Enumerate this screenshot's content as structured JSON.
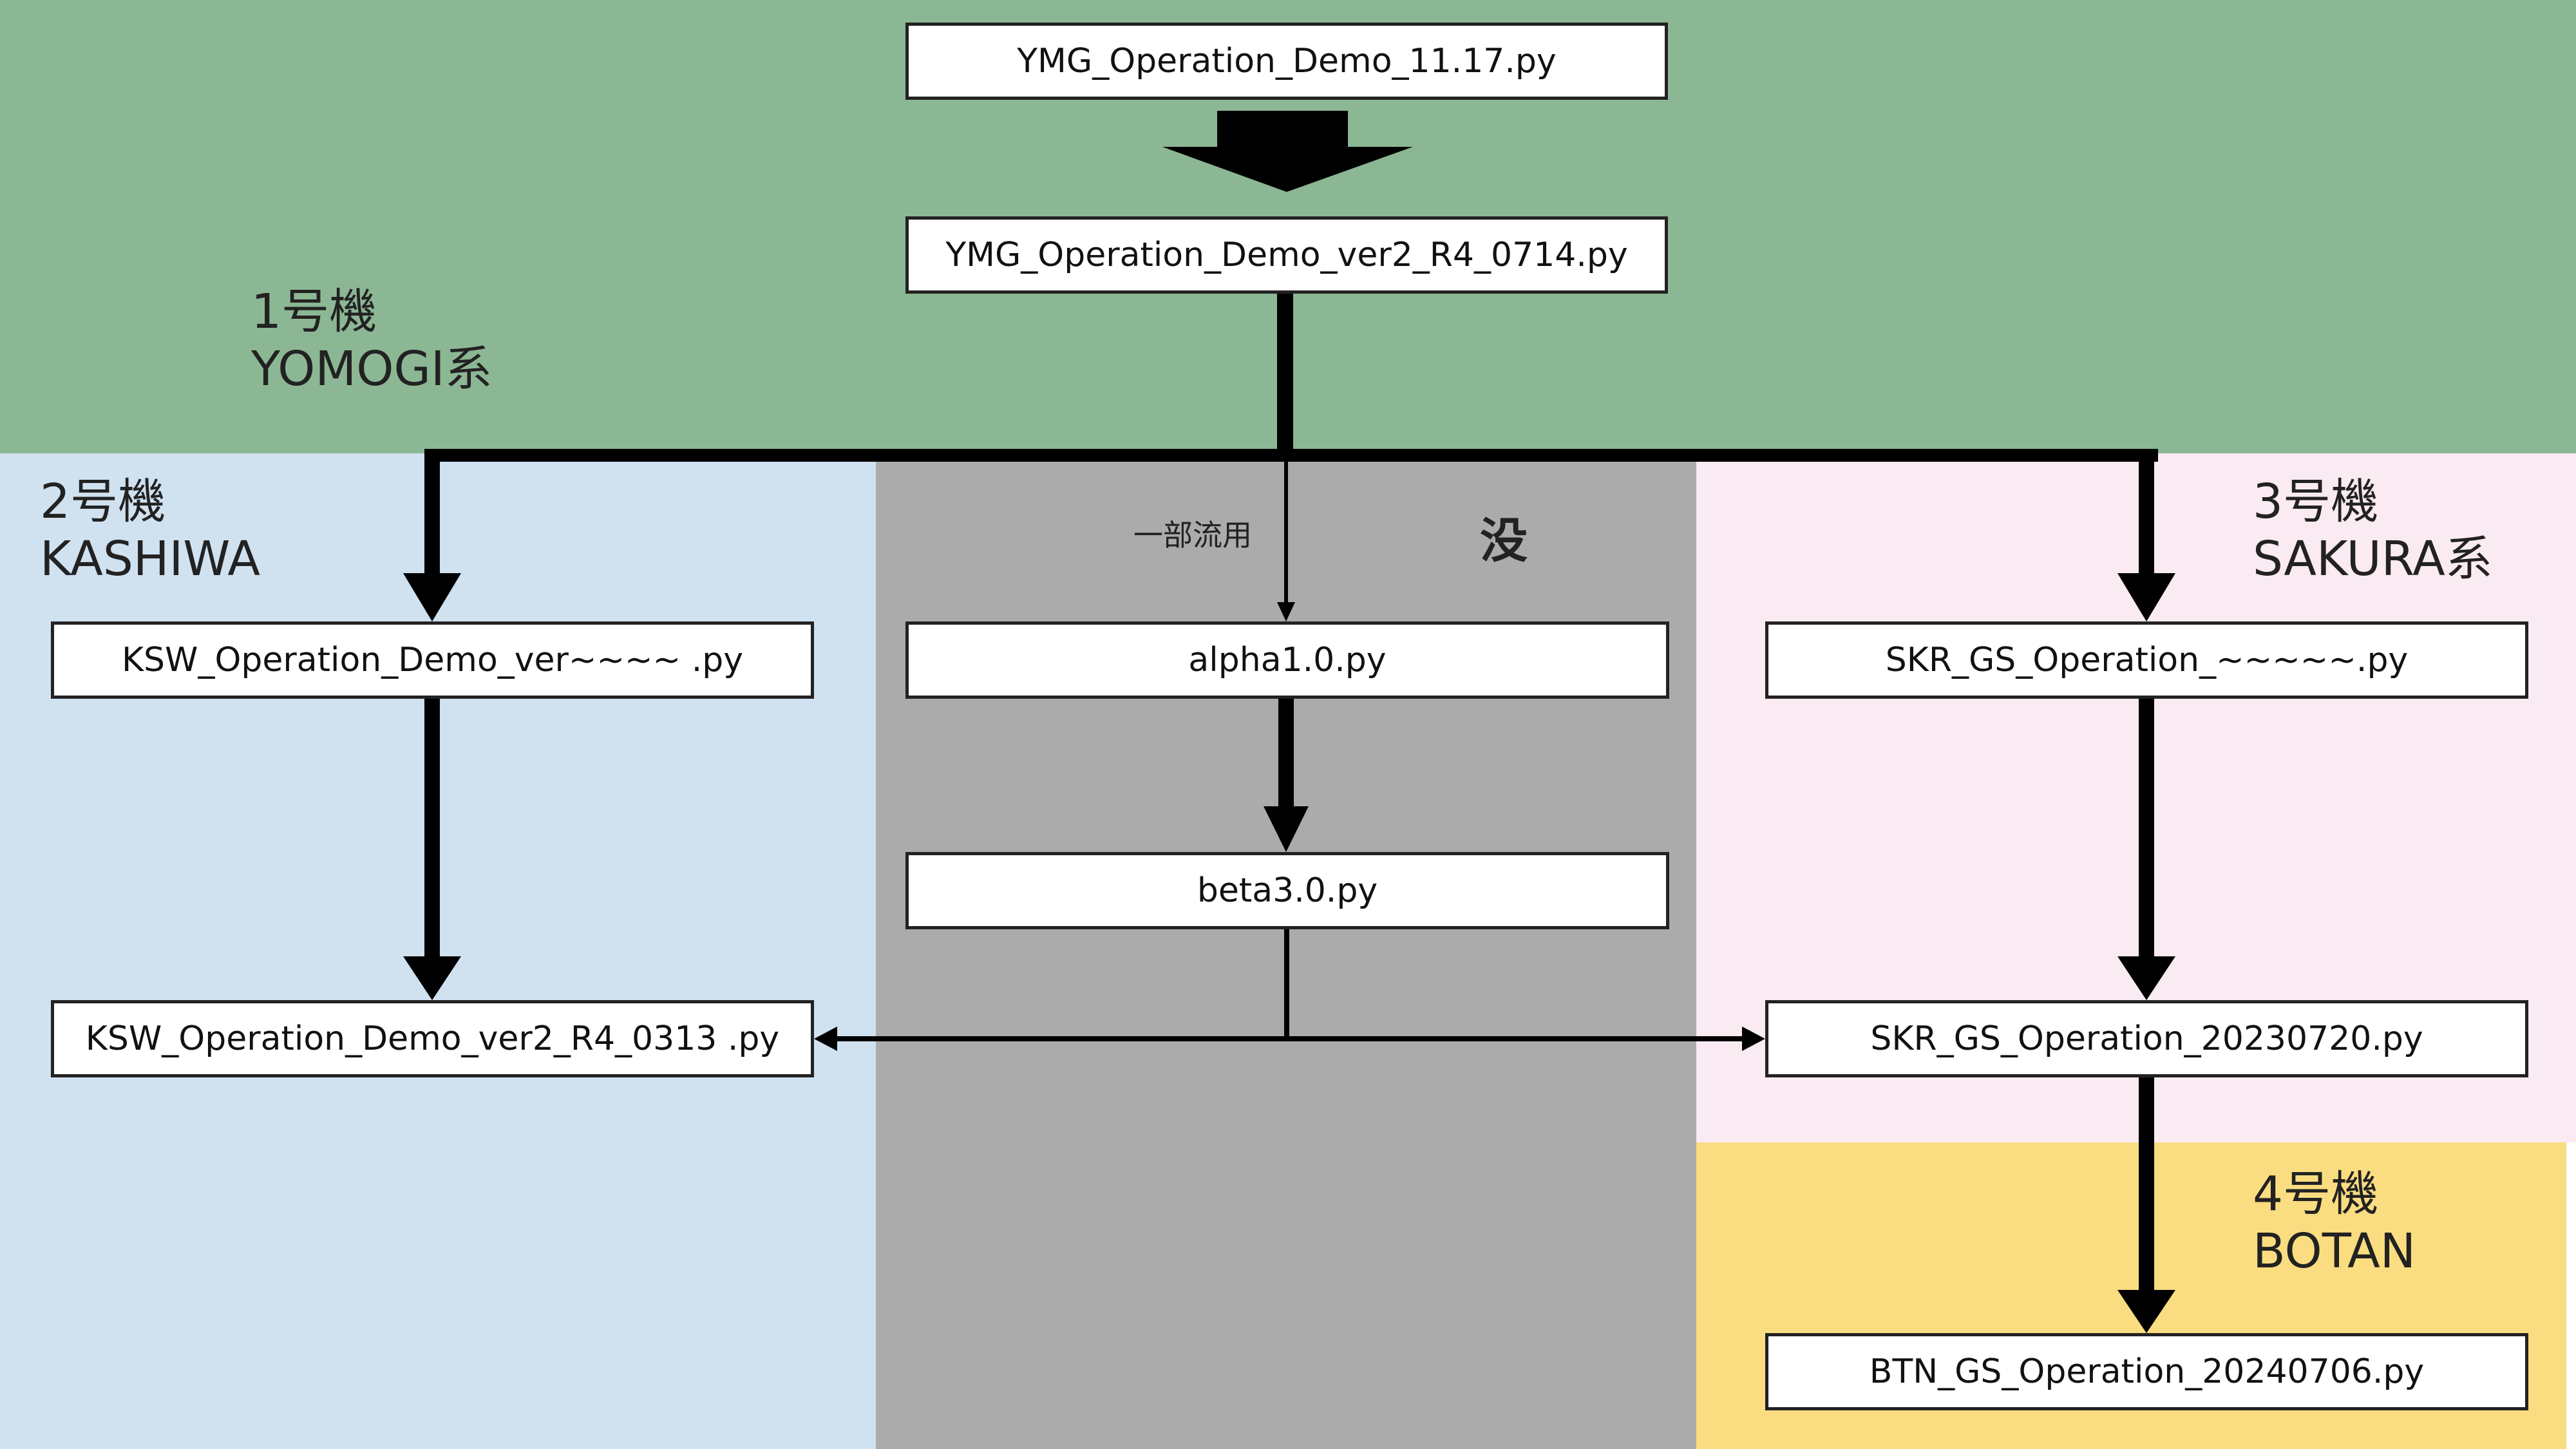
{
  "diagram": {
    "regions": {
      "yomogi": {
        "title": "1号機",
        "subtitle": "YOMOGI系",
        "color": "#8cb794"
      },
      "kashiwa": {
        "title": "2号機",
        "subtitle": "KASHIWA",
        "color": "#d0e1f0"
      },
      "gray": {
        "color": "#ababab"
      },
      "sakura": {
        "title": "3号機",
        "subtitle": "SAKURA系",
        "color": "#faeaf2"
      },
      "botan": {
        "title": "4号機",
        "subtitle": "BOTAN",
        "color": "#fadd80"
      }
    },
    "files": {
      "ymg_demo": "YMG_Operation_Demo_11.17.py",
      "ymg_ver2": "YMG_Operation_Demo_ver2_R4_0714.py",
      "ksw_demo": "KSW_Operation_Demo_ver~~~~ .py",
      "ksw_ver2": "KSW_Operation_Demo_ver2_R4_0313 .py",
      "alpha": "alpha1.0.py",
      "beta": "beta3.0.py",
      "skr_demo": "SKR_GS_Operation_~~~~~.py",
      "skr_0720": "SKR_GS_Operation_20230720.py",
      "btn_0706": "BTN_GS_Operation_20240706.py"
    },
    "annotations": {
      "partial_reuse": "一部流用",
      "discarded": "没"
    }
  }
}
